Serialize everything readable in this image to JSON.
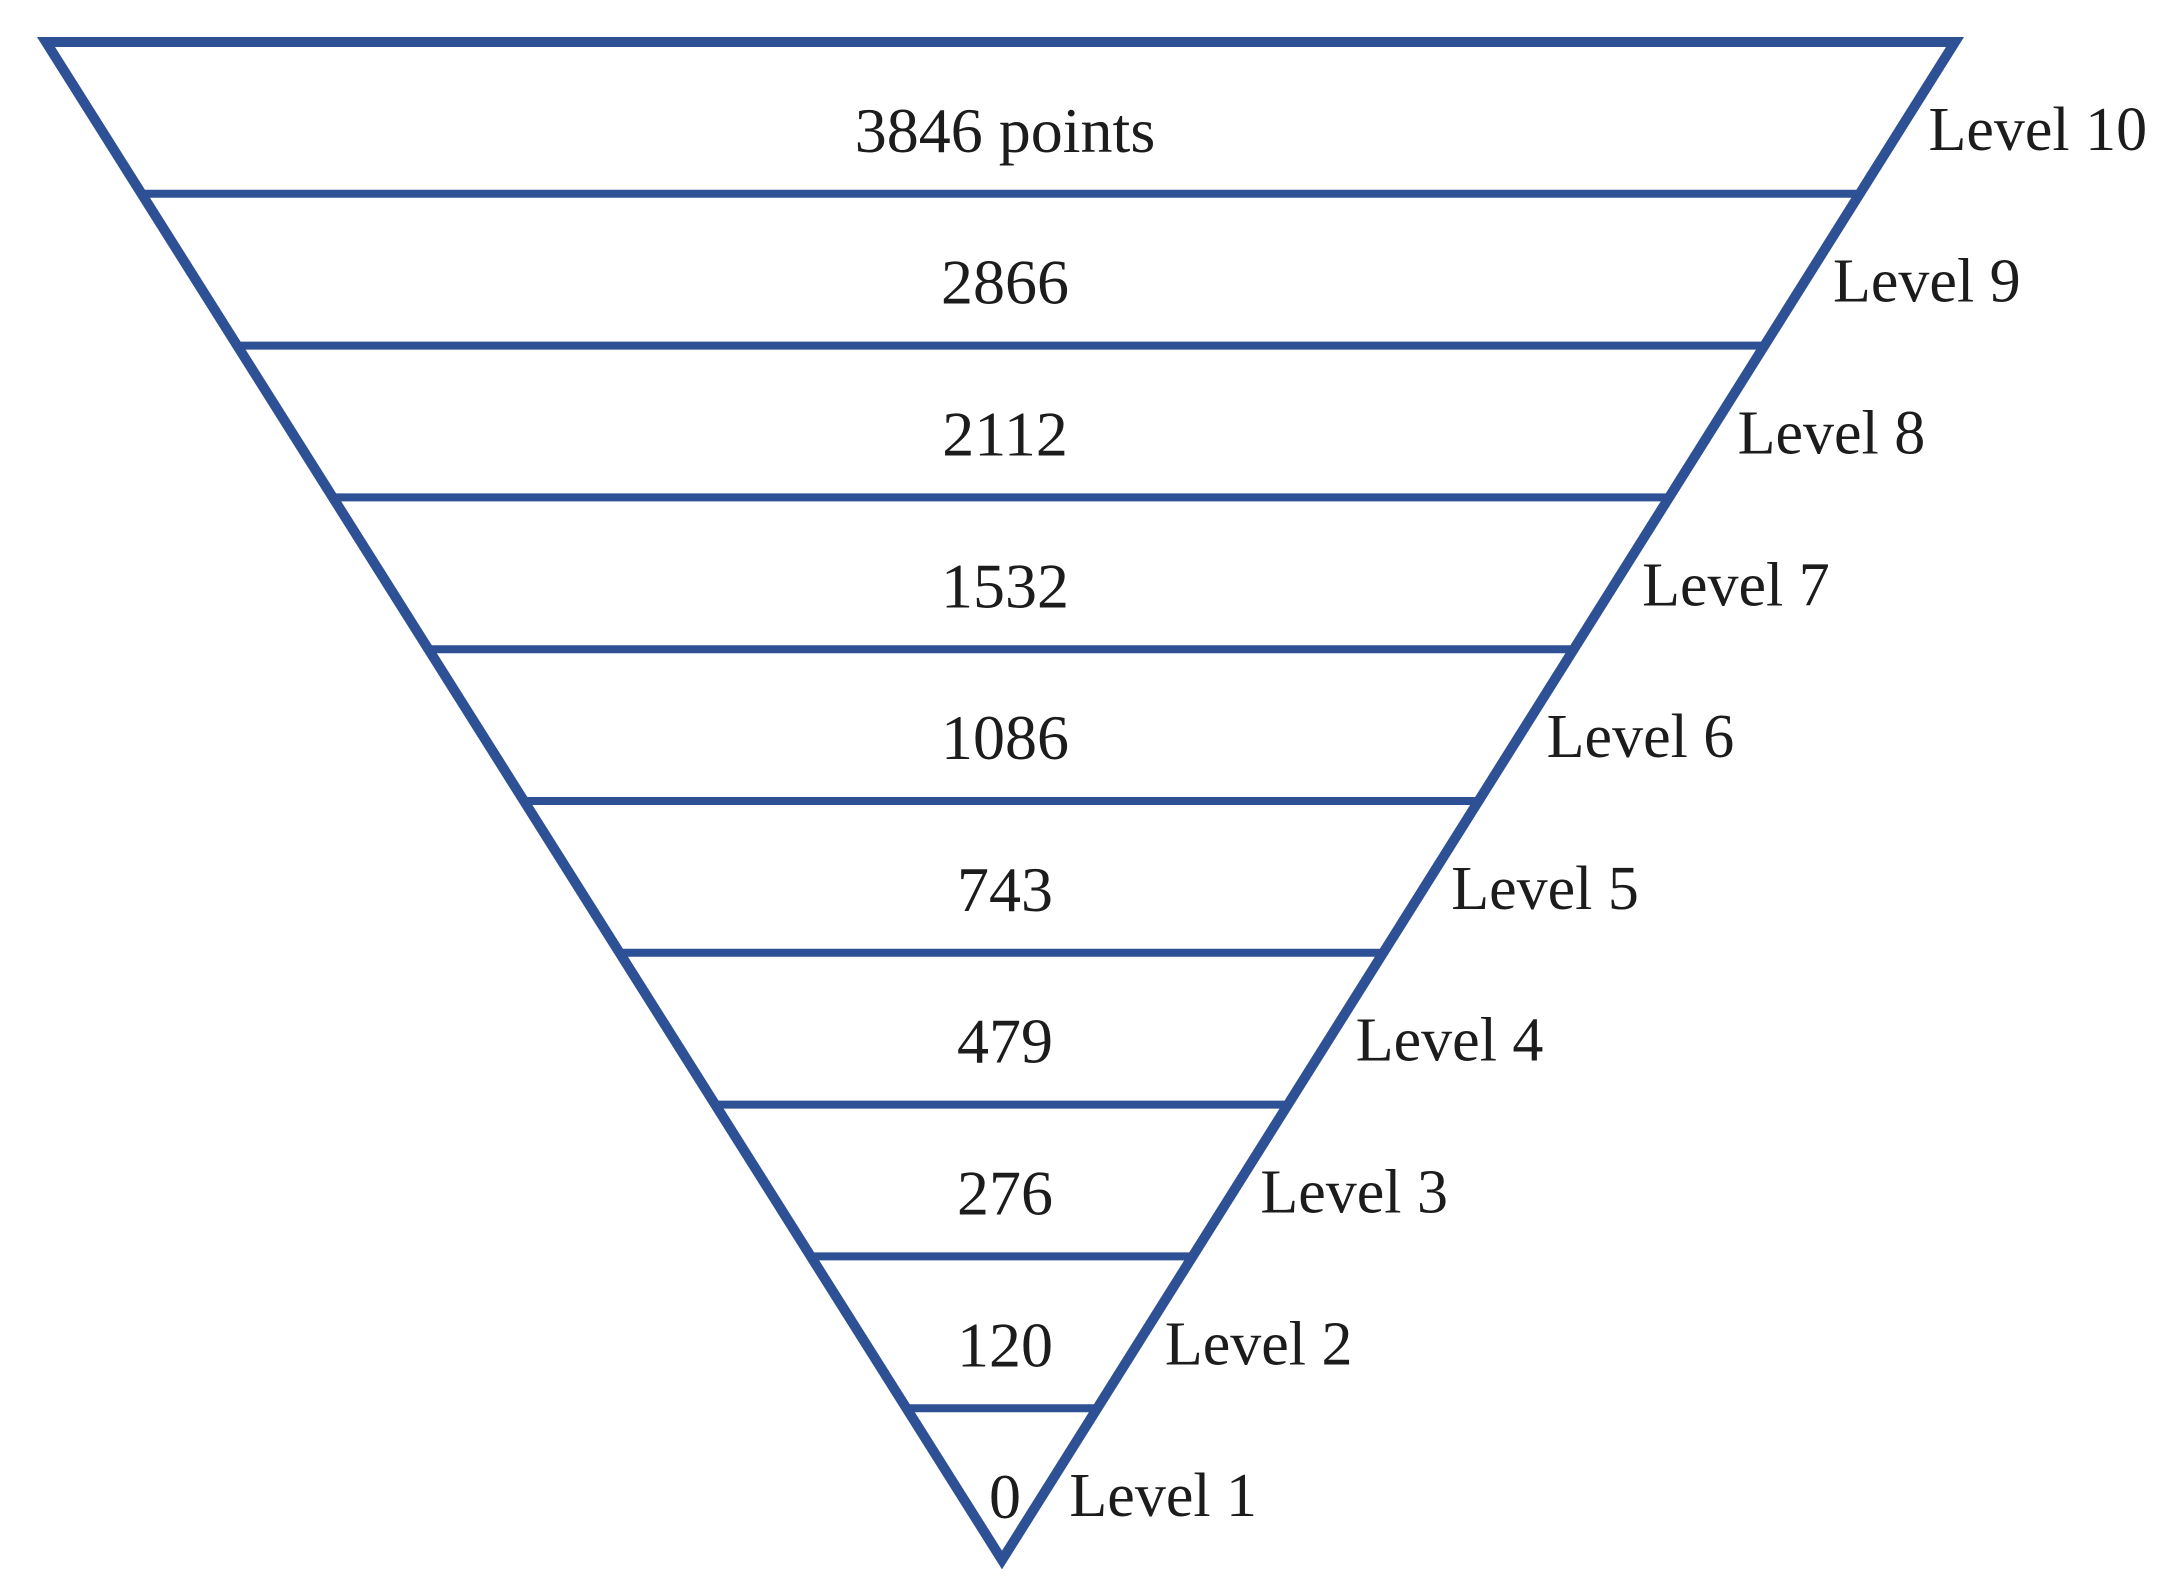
{
  "figure": {
    "background": "#ffffff"
  },
  "chart_data": {
    "type": "funnel",
    "shape": "inverted-pyramid",
    "direction": "largest-at-top",
    "title": "",
    "unit": "points",
    "grid": false,
    "legend": "none",
    "categories": [
      "Level 10",
      "Level 9",
      "Level 8",
      "Level 7",
      "Level 6",
      "Level 5",
      "Level 4",
      "Level 3",
      "Level 2",
      "Level 1"
    ],
    "values": [
      3846,
      2866,
      2112,
      1532,
      1086,
      743,
      479,
      276,
      120,
      0
    ],
    "value_labels": [
      "3846 points",
      "2866",
      "2112",
      "1532",
      "1086",
      "743",
      "479",
      "276",
      "120",
      "0"
    ],
    "colors": {
      "outline": "#2d5194",
      "divider": "#2d5194",
      "text": "#1c1c1c",
      "background": "#ffffff"
    }
  }
}
